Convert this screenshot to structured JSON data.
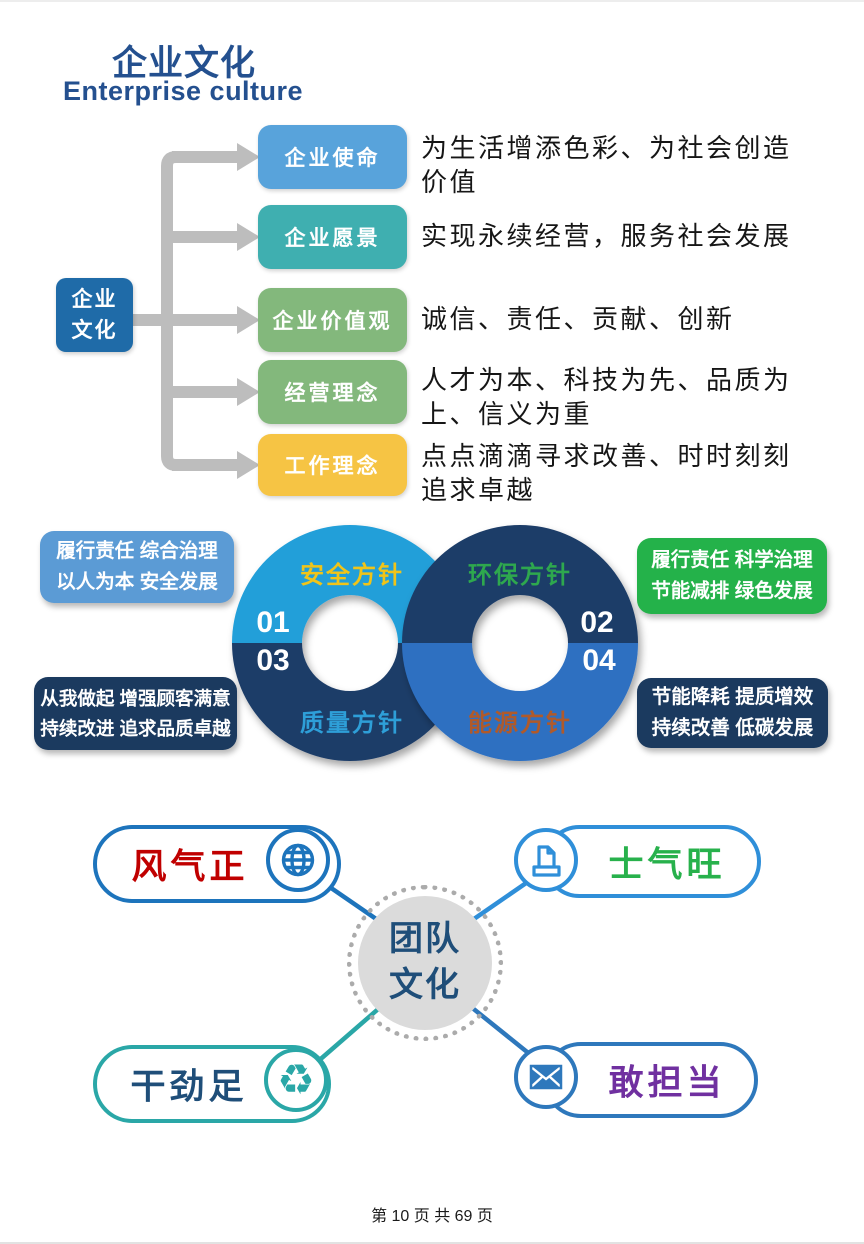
{
  "page": {
    "title": "企业文化",
    "subtitle": "Enterprise culture",
    "footer": "第 10 页 共 69 页"
  },
  "culture_map": {
    "root": {
      "line1": "企业",
      "line2": "文化"
    },
    "items": [
      {
        "label": "企业使命",
        "desc": "为生活增添色彩、为社会创造价值"
      },
      {
        "label": "企业愿景",
        "desc": "实现永续经营，服务社会发展"
      },
      {
        "label": "企业价值观",
        "desc": "诚信、责任、贡献、创新"
      },
      {
        "label": "经营理念",
        "desc": "人才为本、科技为先、品质为上、信义为重"
      },
      {
        "label": "工作理念",
        "desc": "点点滴滴寻求改善、时时刻刻追求卓越"
      }
    ]
  },
  "policies": {
    "safety": {
      "num": "01",
      "label": "安全方针",
      "note_line1": "履行责任 综合治理",
      "note_line2": "以人为本 安全发展"
    },
    "environment": {
      "num": "02",
      "label": "环保方针",
      "note_line1": "履行责任 科学治理",
      "note_line2": "节能减排 绿色发展"
    },
    "quality": {
      "num": "03",
      "label": "质量方针",
      "note_line1": "从我做起 增强顾客满意",
      "note_line2": "持续改进 追求品质卓越"
    },
    "energy": {
      "num": "04",
      "label": "能源方针",
      "note_line1": "节能降耗 提质增效",
      "note_line2": "持续改善 低碳发展"
    }
  },
  "team": {
    "center": {
      "line1": "团队",
      "line2": "文化"
    },
    "wind": {
      "label": "风气正",
      "icon": "globe-icon"
    },
    "morale": {
      "label": "士气旺",
      "icon": "printer-icon"
    },
    "drive": {
      "label": "干劲足",
      "icon": "recycle-icon",
      "icon_glyph": "♻"
    },
    "daring": {
      "label": "敢担当",
      "icon": "envelope-icon"
    }
  },
  "colors": {
    "title_blue": "#24508F",
    "root_box_blue": "#1F6BA8",
    "mission_blue": "#58A3DB",
    "vision_teal": "#3FAFB0",
    "values_green": "#83B87C",
    "work_yellow": "#F6C444",
    "connector_gray": "#BDBDBD",
    "ring_light_blue": "#219FD9",
    "ring_navy": "#1E3D68",
    "ring_blue": "#2D6FC1",
    "safety_label_yellow": "#F0C419",
    "environment_label_green": "#2EA84E",
    "quality_label_blue": "#2E9FD8",
    "energy_label_brown": "#B05A2A",
    "note_light_blue": "#5B9BD5",
    "note_navy": "#1B3A5F",
    "note_green": "#24B24A",
    "wind_text_red": "#C00000",
    "morale_text_green": "#28B14C",
    "drive_text_navy": "#1F4E79",
    "daring_text_purple": "#7030A0",
    "team_border_blue": "#1D74BC",
    "team_border_light_blue": "#2F8FD9",
    "team_border_teal": "#2AA7A7",
    "center_circle_gray": "#DBDBDB"
  }
}
